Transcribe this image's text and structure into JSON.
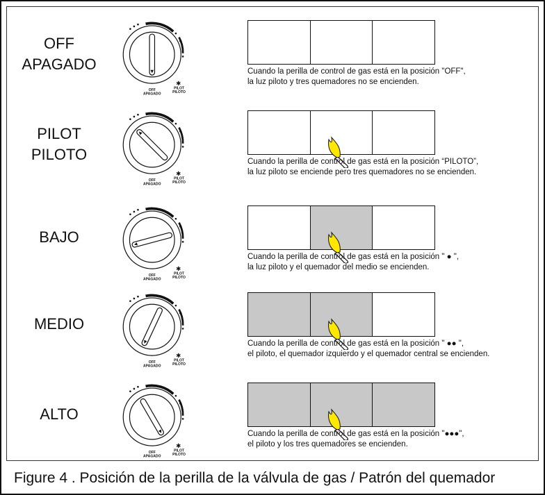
{
  "knob_text": {
    "off": "OFF",
    "apagado": "APAGADO",
    "pilot": "PILOT",
    "piloto": "PILOTO"
  },
  "rows": [
    {
      "label_1": "OFF",
      "label_2": "APAGADO",
      "caption_1": "Cuando la perilla de control de gas está en la posición \"OFF\",",
      "caption_2": "la luz piloto y tres quemadores no se encienden.",
      "pointer_angle_deg": 0,
      "burners_on": [
        false,
        false,
        false
      ],
      "pilot_flame": false
    },
    {
      "label_1": "PILOT",
      "label_2": "PILOTO",
      "caption_1": "Cuando la perilla de control de gas está en la posición “PILOTO”,",
      "caption_2": "la luz piloto se enciende pero tres quemadores no se encienden.",
      "pointer_angle_deg": 135,
      "burners_on": [
        false,
        false,
        false
      ],
      "pilot_flame": true
    },
    {
      "label_1": "BAJO",
      "label_2": "",
      "caption_1": "Cuando la perilla de control de gas está en la posición \" ● \",",
      "caption_2": "la luz piloto y el quemador del medio se encienden.",
      "pointer_angle_deg": 75,
      "burners_on": [
        false,
        true,
        false
      ],
      "pilot_flame": true
    },
    {
      "label_1": "MEDIO",
      "label_2": "",
      "caption_1": "Cuando la perilla de control de gas está en la posición \" ●● \",",
      "caption_2": "el piloto, el quemador izquierdo y el quemador central se encienden.",
      "pointer_angle_deg": 25,
      "burners_on": [
        true,
        true,
        false
      ],
      "pilot_flame": true
    },
    {
      "label_1": "ALTO",
      "label_2": "",
      "caption_1": "Cuando la perilla de control de gas está en la posición \"●●●\",",
      "caption_2": "el piloto y los tres quemadores se encienden.",
      "pointer_angle_deg": -30,
      "burners_on": [
        true,
        true,
        true
      ],
      "pilot_flame": true
    }
  ],
  "figure_caption": "Figure 4 . Posición de la perilla de la válvula de gas / Patrón del quemador"
}
